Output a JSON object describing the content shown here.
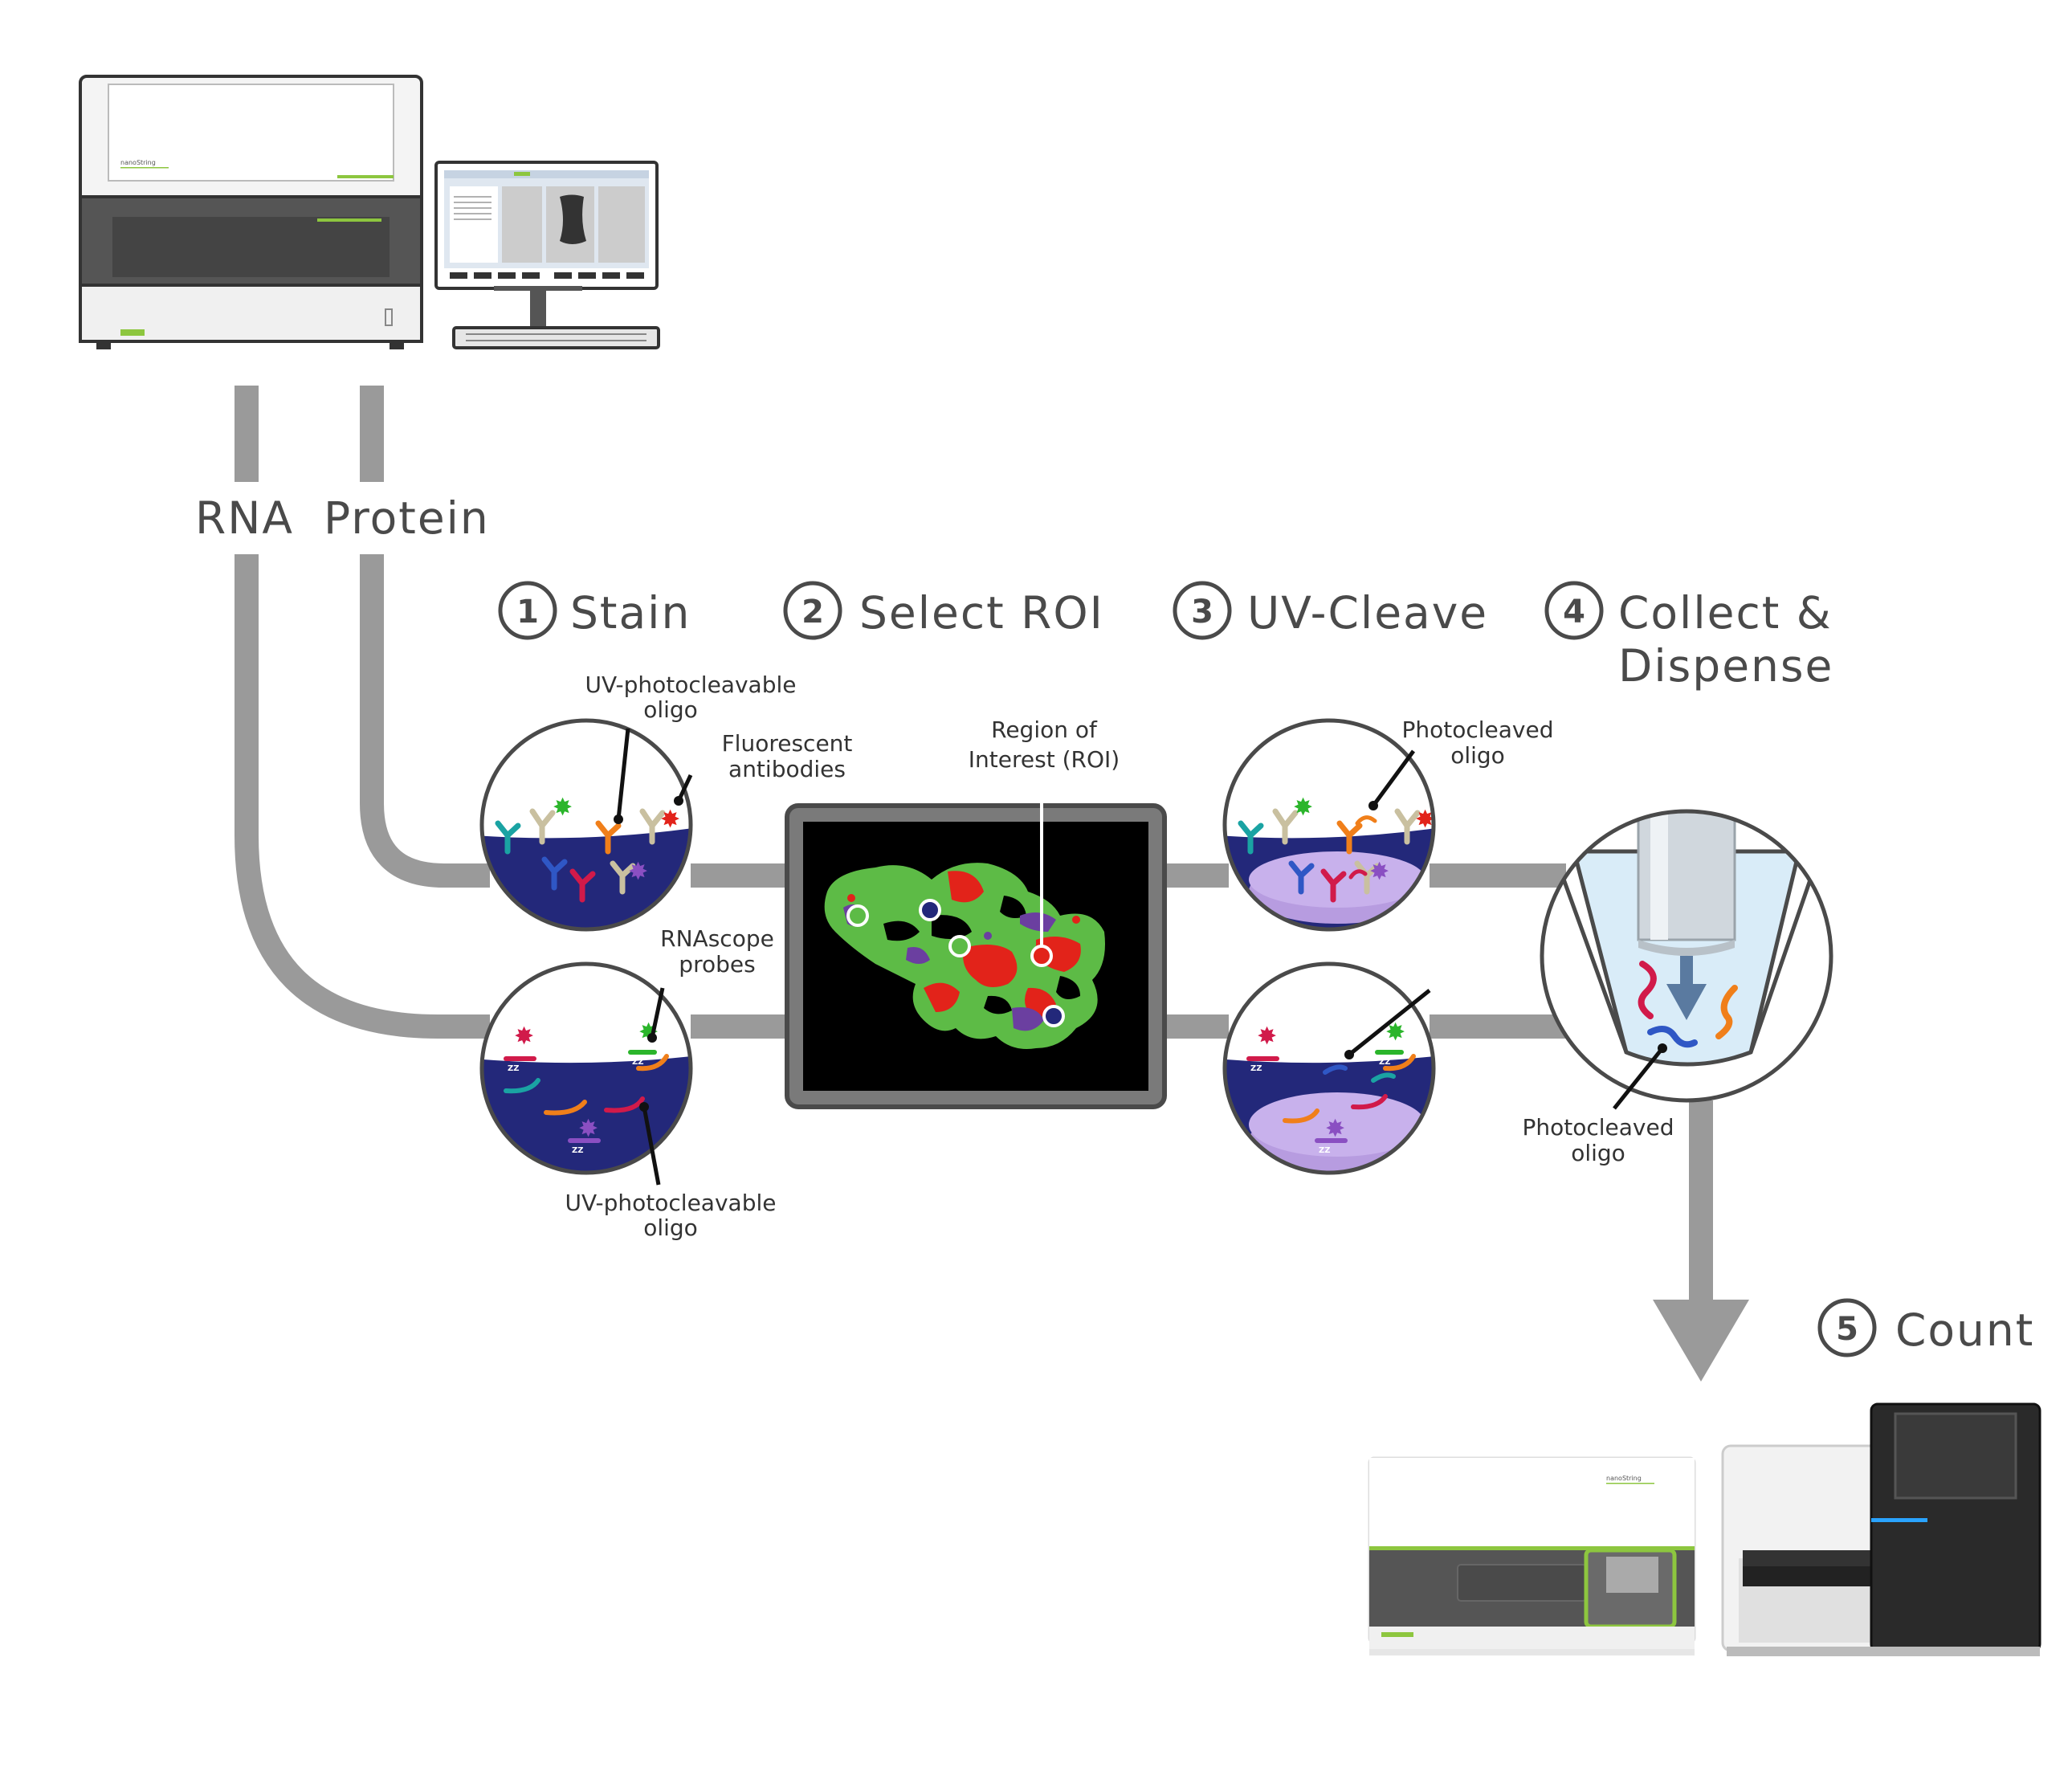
{
  "colors": {
    "path_gray": "#9a9a9a",
    "tissue_green": "#5dbb46",
    "tissue_red": "#e2231a",
    "tissue_purple": "#6b3fa0",
    "well_blue": "#23287a",
    "text_gray": "#4a4a4a",
    "brand_green": "#8dc63f"
  },
  "flow": {
    "rna_label": "RNA",
    "protein_label": "Protein"
  },
  "steps": [
    {
      "num": "1",
      "title": "Stain"
    },
    {
      "num": "2",
      "title": "Select ROI"
    },
    {
      "num": "3",
      "title": "UV-Cleave"
    },
    {
      "num": "4",
      "title_line1": "Collect &",
      "title_line2": "Dispense"
    },
    {
      "num": "5",
      "title": "Count"
    }
  ],
  "annotations": {
    "uv_oligo_top_line1": "UV-photocleavable",
    "uv_oligo_top_line2": "oligo",
    "fluorescent_line1": "Fluorescent",
    "fluorescent_line2": "antibodies",
    "roi_line1": "Region of",
    "roi_line2": "Interest (ROI)",
    "photocleaved_top_line1": "Photocleaved",
    "photocleaved_top_line2": "oligo",
    "rnascope_line1": "RNAscope",
    "rnascope_line2": "probes",
    "uv_oligo_bottom_line1": "UV-photocleavable",
    "uv_oligo_bottom_line2": "oligo",
    "photocleaved_bottom_line1": "Photocleaved",
    "photocleaved_bottom_line2": "oligo"
  },
  "instruments": {
    "brand_top": "nanoString",
    "brand_bottom": "nanoString"
  },
  "icons": [
    "dsp-instrument-icon",
    "workstation-monitor-icon",
    "keyboard-icon",
    "ncounter-instrument-icon",
    "sequencer-icon",
    "pipette-tip-icon",
    "antibody-icon",
    "probe-icon"
  ]
}
